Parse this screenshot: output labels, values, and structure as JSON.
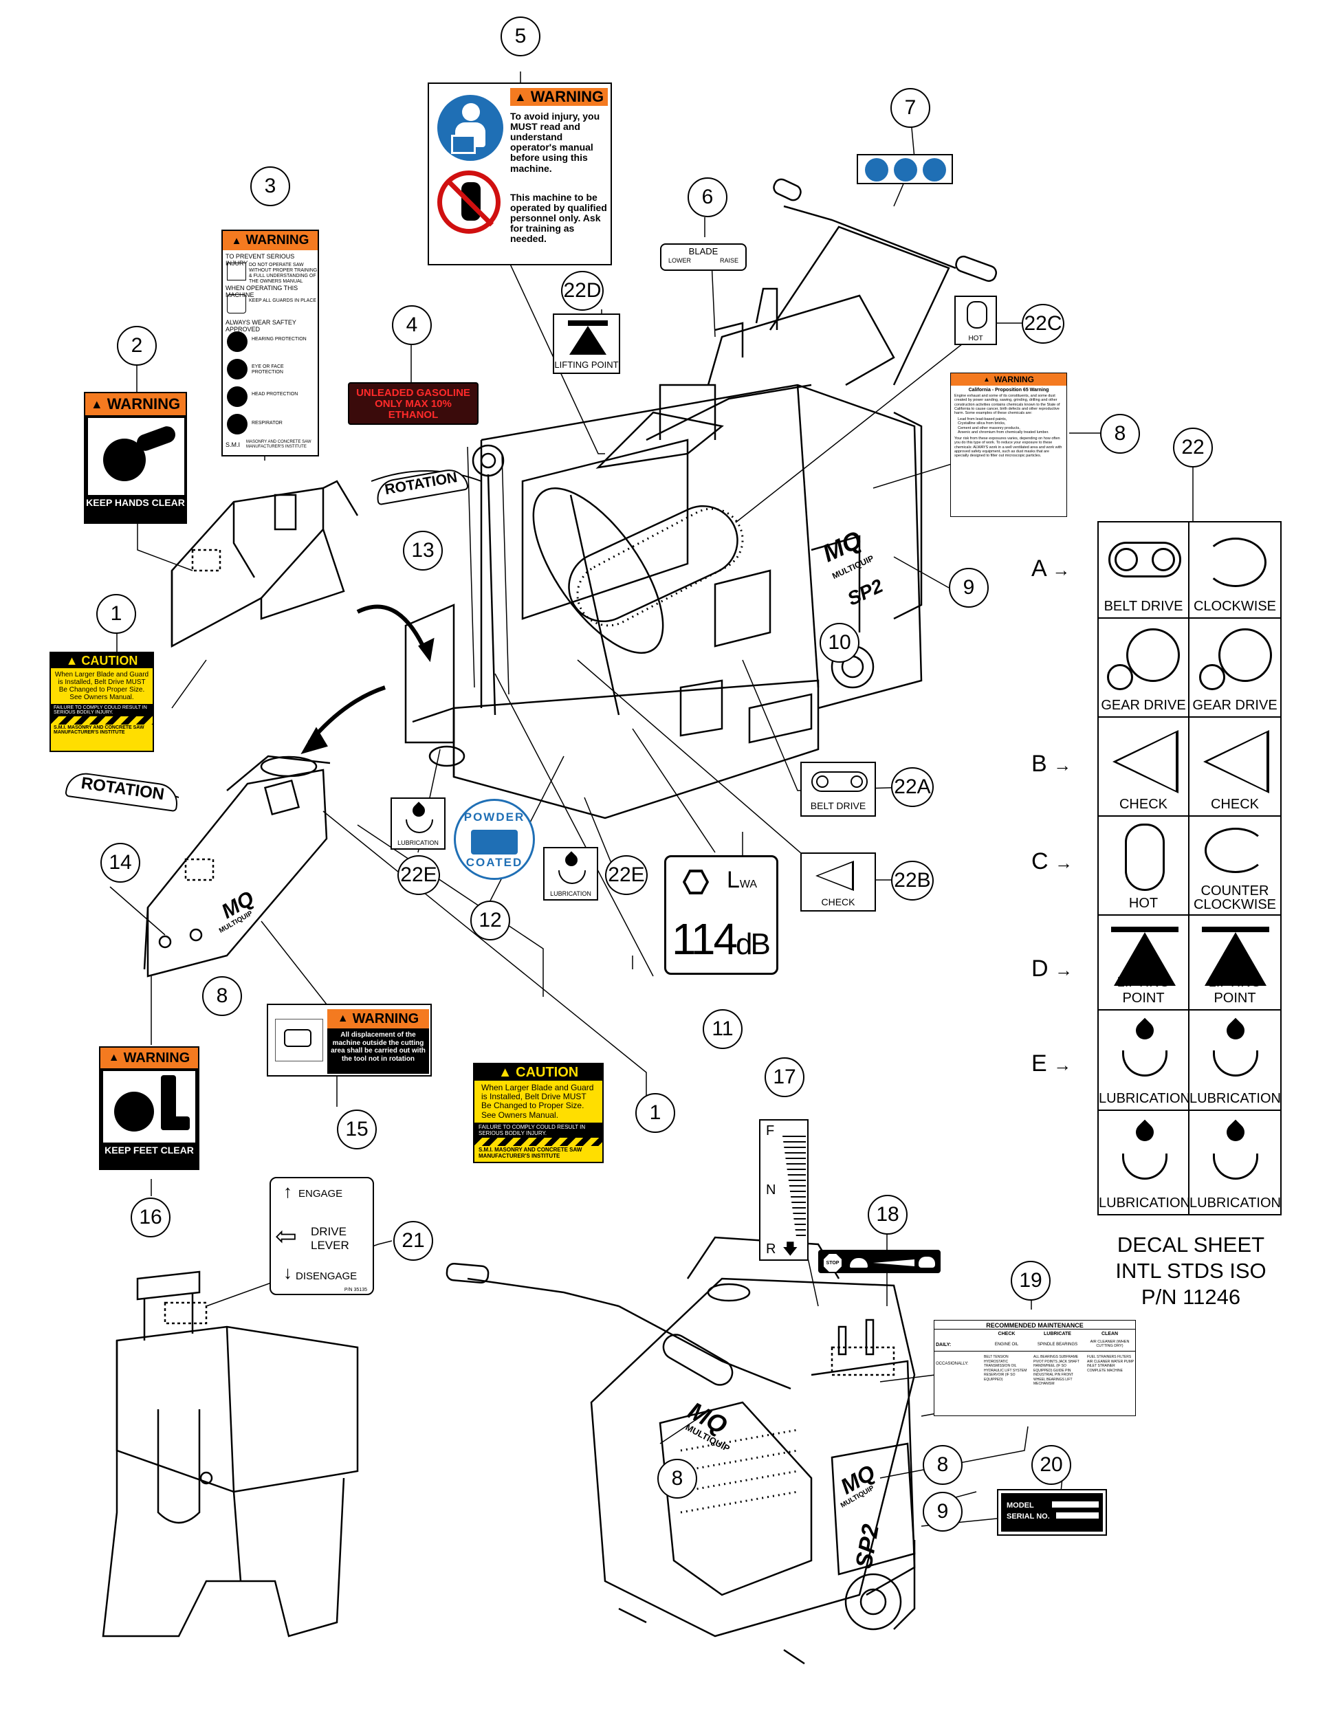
{
  "callouts": {
    "c1a": "1",
    "c1b": "1",
    "c2": "2",
    "c3": "3",
    "c4": "4",
    "c5": "5",
    "c6": "6",
    "c7": "7",
    "c8a": "8",
    "c8b": "8",
    "c8c": "8",
    "c8d": "8",
    "c9a": "9",
    "c9b": "9",
    "c10": "10",
    "c11": "11",
    "c12": "12",
    "c13": "13",
    "c14": "14",
    "c15": "15",
    "c16": "16",
    "c17": "17",
    "c18": "18",
    "c19": "19",
    "c20": "20",
    "c21": "21",
    "c22": "22",
    "c22a": "22A",
    "c22b": "22B",
    "c22c": "22C",
    "c22d": "22D",
    "c22e1": "22E",
    "c22e2": "22E"
  },
  "decal_warning_manual": {
    "header": "WARNING",
    "text1": "To avoid injury, you MUST read and understand operator's manual before using this machine.",
    "text2": "This machine to be operated by qualified personnel only. Ask for training as needed."
  },
  "decal_warning_hands": {
    "header": "WARNING",
    "footer": "KEEP HANDS CLEAR"
  },
  "decal_warning_injury": {
    "header": "WARNING",
    "line1": "TO PREVENT SERIOUS INJURY",
    "item1": "DO NOT OPERATE SAW WITHOUT PROPER TRAINING & FULL UNDERSTANDING OF THE OWNERS MANUAL",
    "line2": "WHEN OPERATING THIS MACHINE",
    "item2": "KEEP ALL GUARDS IN PLACE",
    "line3": "ALWAYS WEAR SAFTEY APPROVED",
    "ppe": [
      "HEARING PROTECTION",
      "EYE OR FACE PROTECTION",
      "HEAD PROTECTION",
      "RESPIRATOR"
    ],
    "footer": "MASONRY AND CONCRETE SAW MANUFACTURER'S INSTITUTE",
    "footer_abbr": "S.M.I"
  },
  "decal_gasoline": {
    "text": "UNLEADED GASOLINE ONLY MAX 10% ETHANOL"
  },
  "decal_blade": {
    "title": "BLADE",
    "lower": "LOWER",
    "raise": "RAISE"
  },
  "decal_hot": {
    "label": "HOT"
  },
  "decal_lifting": {
    "label": "LIFTING POINT"
  },
  "decal_prop65": {
    "header": "WARNING",
    "title": "California - Proposition 65 Warning",
    "body": "Engine exhaust and some of its constituents, and some dust created by power sanding, sawing, grinding, drilling and other construction activities contains chemicals known to the State of California to cause cancer, birth defects and other reproductive harm. Some examples of these chemicals are:",
    "bullets": [
      "Lead from lead-based paints,",
      "Crystalline silica from bricks,",
      "Cement and other masonry products,",
      "Arsenic and chromium from chemically treated lumber."
    ],
    "body2": "Your risk from these exposures varies, depending on how often you do this type of work. To reduce your exposure to these chemicals: ALWAYS work in a well ventilated area and work with approved safety equipment, such as dust masks that are specially designed to filter out microscopic particles."
  },
  "decal_caution": {
    "header": "CAUTION",
    "text": "When Larger Blade and Guard is Installed, Belt Drive MUST Be Changed to Proper Size. See Owners Manual.",
    "warn": "FAILURE TO COMPLY COULD RESULT IN SERIOUS BODILY INJURY.",
    "footer": "S.M.I. MASONRY AND CONCRETE SAW MANUFACTURER'S INSTITUTE"
  },
  "rotation_label": "ROTATION",
  "powder_coated": {
    "top": "POWDER",
    "bottom": "COATED"
  },
  "decal_lubrication": {
    "label": "LUBRICATION"
  },
  "decal_belt": {
    "label": "BELT DRIVE"
  },
  "decal_check": {
    "label": "CHECK"
  },
  "decal_noise": {
    "symbol": "L",
    "sub": "WA",
    "value": "114",
    "unit": "dB"
  },
  "decal_warning_feet": {
    "header": "WARNING",
    "footer": "KEEP FEET CLEAR"
  },
  "decal_warning_displacement": {
    "header": "WARNING",
    "text": "All displacement of the machine outside the cutting area shall be carried out with the tool not in rotation"
  },
  "decal_drive_lever": {
    "engage": "ENGAGE",
    "drive": "DRIVE",
    "lever": "LEVER",
    "disengage": "DISENGAGE",
    "pn": "P/N 35135"
  },
  "decal_fuel": {
    "f": "F",
    "n": "N",
    "r": "R"
  },
  "decal_speed": {
    "stop": "STOP"
  },
  "decal_maintenance": {
    "title": "RECOMMENDED MAINTENANCE",
    "cols": [
      "CHECK",
      "LUBRICATE",
      "CLEAN"
    ],
    "daily": "DAILY:",
    "occasionally": "OCCASIONALLY:",
    "check_daily": "ENGINE OIL",
    "lub_daily": "SPINDLE BEARINGS",
    "clean_daily": "AIR CLEANER (WHEN CUTTING DRY)",
    "check_occ": "BELT TENSION  HYDROSTATIC TRANSMISSION OIL  HYDRAULIC LIFT SYSTEM RESERVOIR (IF SO EQUIPPED)",
    "lub_occ": "ALL BEARINGS  SUBFRAME PIVOT POINTS  JACK SHAFT  HANDWHEEL (IF SO EQUIPPED)  GUIDE PIN  INDUSTRIAL PIN  FRONT WHEEL BEARINGS  LIFT MECHANISM",
    "clean_occ": "FUEL STRAINERS  FILTERS  AIR CLEANER  WATER PUMP  INLET STRAINER  COMPLETE MACHINE"
  },
  "decal_serial": {
    "model": "MODEL",
    "serial": "SERIAL NO."
  },
  "brand": {
    "logo": "MQ",
    "name": "MULTIQUIP",
    "model": "SP2"
  },
  "decal_sheet": {
    "cells": {
      "belt_drive": "BELT DRIVE",
      "clockwise": "CLOCKWISE",
      "gear_drive": "GEAR DRIVE",
      "check": "CHECK",
      "hot": "HOT",
      "counter_clockwise": "COUNTER CLOCKWISE",
      "lifting_point": "LIFTING POINT",
      "lubrication": "LUBRICATION"
    },
    "rows": [
      "A",
      "B",
      "C",
      "D",
      "E"
    ],
    "title1": "DECAL SHEET",
    "title2": "INTL STDS ISO",
    "title3": "P/N 11246"
  },
  "colors": {
    "orange": "#f47a20",
    "yellow": "#ffde00",
    "blue": "#1f6fb5",
    "red": "#d01010",
    "dark_red": "#3a0b0b"
  }
}
